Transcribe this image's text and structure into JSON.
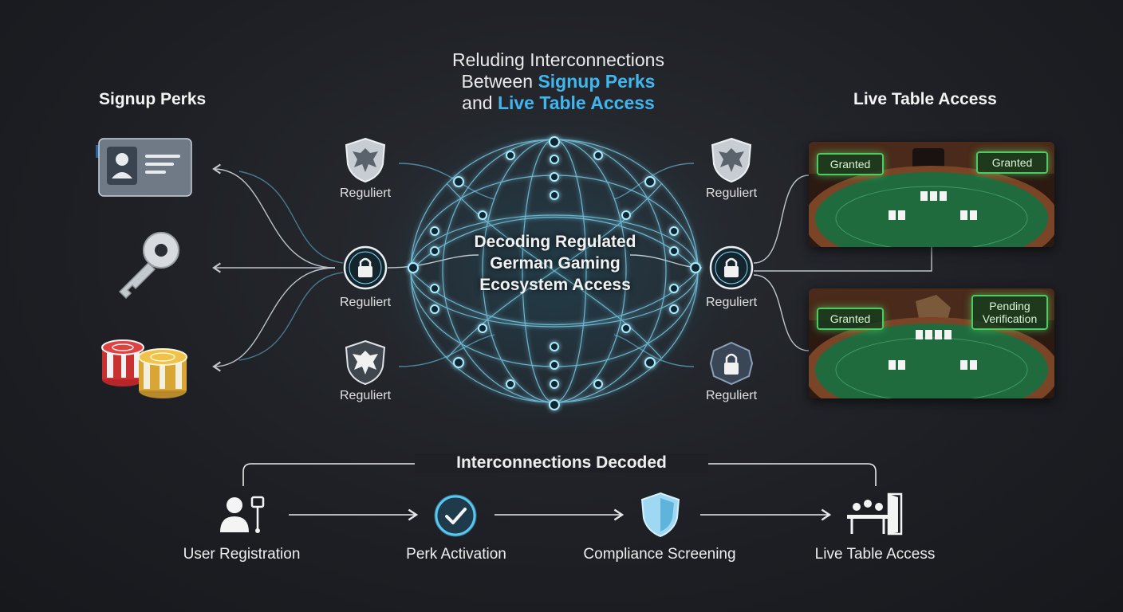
{
  "title": {
    "line1": "Reluding Interconnections",
    "line2_prefix": "Between ",
    "line2_highlight": "Signup Perks",
    "line3_prefix": "and ",
    "line3_highlight": "Live Table Access"
  },
  "left_heading": "Signup Perks",
  "right_heading": "Live Table Access",
  "core_label": "Decoding Regulated German Gaming Ecosystem Access",
  "regulation_labels": [
    "Reguliert",
    "Reguliert",
    "Reguliert",
    "Reguliert",
    "Reguliert",
    "Reguliert"
  ],
  "perk_icons": [
    "id-card-icon",
    "key-icon",
    "casino-chips-icon"
  ],
  "tables": [
    {
      "badge_left": "Granted",
      "badge_right": "Granted"
    },
    {
      "badge_left": "Granted",
      "badge_right": "Pending Verification"
    }
  ],
  "flow": {
    "title": "Interconnections Decoded",
    "steps": [
      {
        "label": "User Registration",
        "icon": "user-registration-icon"
      },
      {
        "label": "Perk Activation",
        "icon": "checkmark-icon"
      },
      {
        "label": "Compliance Screening",
        "icon": "shield-icon"
      },
      {
        "label": "Live Table Access",
        "icon": "table-door-icon"
      }
    ]
  },
  "colors": {
    "accent_blue": "#3fb6ef",
    "node_glow": "#7fe2ff",
    "badge_green": "#4ccc60",
    "felt_green": "#1f6b3e",
    "background": "#1d1f24"
  }
}
